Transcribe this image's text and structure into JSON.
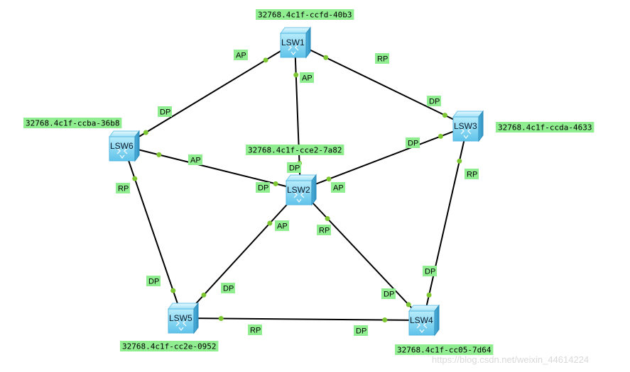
{
  "switches": [
    {
      "id": "LSW1",
      "name": "LSW1",
      "bridge_id": "32768.4c1f-ccfd-40b3"
    },
    {
      "id": "LSW2",
      "name": "LSW2",
      "bridge_id": "32768.4c1f-cce2-7a82"
    },
    {
      "id": "LSW3",
      "name": "LSW3",
      "bridge_id": "32768.4c1f-ccda-4633"
    },
    {
      "id": "LSW4",
      "name": "LSW4",
      "bridge_id": "32768.4c1f-cc05-7d64"
    },
    {
      "id": "LSW5",
      "name": "LSW5",
      "bridge_id": "32768.4c1f-cc2e-0952"
    },
    {
      "id": "LSW6",
      "name": "LSW6",
      "bridge_id": "32768.4c1f-ccba-36b8"
    }
  ],
  "links": [
    {
      "from": "LSW1",
      "to": "LSW6",
      "from_role": "AP",
      "to_role": "DP"
    },
    {
      "from": "LSW1",
      "to": "LSW3",
      "from_role": "RP",
      "to_role": "DP"
    },
    {
      "from": "LSW1",
      "to": "LSW2",
      "from_role": "AP",
      "to_role": "DP"
    },
    {
      "from": "LSW6",
      "to": "LSW2",
      "from_role": "AP",
      "to_role": "DP"
    },
    {
      "from": "LSW3",
      "to": "LSW2",
      "from_role": "DP",
      "to_role": "AP"
    },
    {
      "from": "LSW6",
      "to": "LSW5",
      "from_role": "RP",
      "to_role": "DP"
    },
    {
      "from": "LSW3",
      "to": "LSW4",
      "from_role": "RP",
      "to_role": "DP"
    },
    {
      "from": "LSW2",
      "to": "LSW5",
      "from_role": "AP",
      "to_role": "DP"
    },
    {
      "from": "LSW2",
      "to": "LSW4",
      "from_role": "RP",
      "to_role": "DP"
    },
    {
      "from": "LSW5",
      "to": "LSW4",
      "from_role": "RP",
      "to_role": "DP"
    }
  ],
  "watermark": "https://blog.csdn.net/weixin_44614224",
  "colors": {
    "label_bg": "#90ee90",
    "port_dot": "#7cc631",
    "link": "#000000",
    "switch": "#8fd6f2"
  }
}
